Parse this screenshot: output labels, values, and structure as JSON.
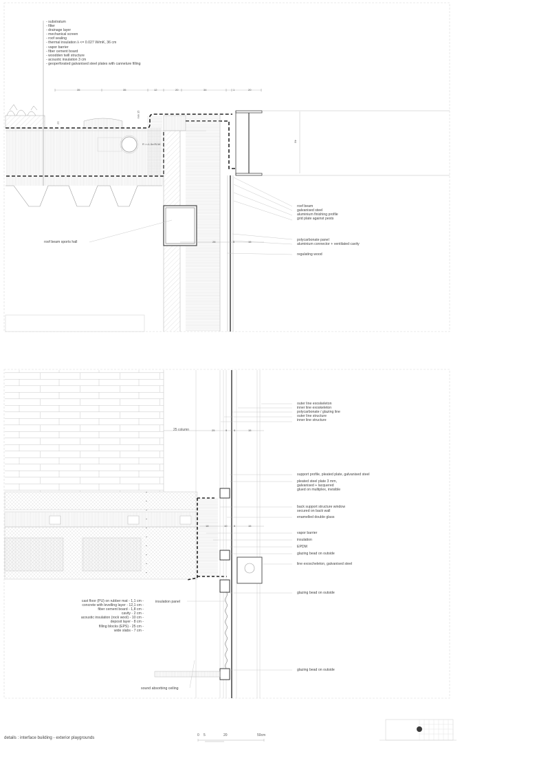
{
  "top_detail": {
    "layer_list": [
      "- substratum",
      "- filter",
      "- drainage layer",
      "- mechanical screen",
      "- roof sealing",
      "- thermal insulation λ <= 0.027 W/mK, 36 cm",
      "- vapor barrier",
      "- fiber cement board",
      "- woodden twill structure",
      "- acoustic insulation 3 cm",
      "- geoperforated galvanised steel plates with cannelure filling"
    ],
    "top_dimensions": [
      "35",
      "35",
      "12",
      "20",
      "34",
      "1",
      "20"
    ],
    "small_dims": {
      "parapet": "12",
      "min": "min 15",
      "beam_height": "48",
      "beam_base": "4"
    },
    "pipe_label": "R >=1.5m²K/W",
    "right_labels_group1": [
      "roof beam",
      "galvanised steel",
      "aluminium finishing profile",
      "grid plate against pests"
    ],
    "right_labels_group2": [
      "polycarbonate panel",
      "aluminium connector + ventilated cavity"
    ],
    "right_label_single": "regulating wood",
    "left_label": "roof beam sports hall",
    "lower_dims": [
      "28",
      "5",
      "15"
    ]
  },
  "bottom_detail": {
    "exo_labels": [
      "outer line exoskeleton",
      "inner line exoskeleton",
      "polycarbonate / glazing line",
      "outer line structure",
      "inner line structure"
    ],
    "column_dims": [
      "25 column",
      "25",
      "9",
      "5",
      "15"
    ],
    "floor_dims": [
      "18",
      "10",
      "5",
      "15"
    ],
    "support_label": "support profile, pleated plate, galvanised steel",
    "pleated_label": [
      "pleated steel plate 3 mm,",
      "galvanised + lacquered",
      "glued on multiplex, invisible"
    ],
    "back_support_label": [
      "back support structure window",
      "secured on back wall"
    ],
    "glass_label": "enamelled double glass",
    "vapor_label": "vapor barrier",
    "insulation_label": "insulation",
    "epdm_label": "EPDM",
    "bead_label_1": "glazing bead on outside",
    "exo_steel_label": "line exoscheleton, galvanised steel",
    "bead_label_2": "glazing bead on outside",
    "bead_label_3": "glazing bead on outside",
    "floor_layers": [
      "cast floor (PU) on rubber mat - 1,1 cm -",
      "concrete with levelling layer - 12,1 cm -",
      "fiber cement board - 1,8 cm -",
      "cavity - 2 cm -",
      "acoustic insulation (rock wool) - 10 cm -",
      "deposit layer - 8 cm -",
      "filling blocks (EPS) - 25 cm -",
      "wide slabs - 7 cm -"
    ],
    "insulation_panel_label": "insulation panel",
    "ceiling_label": "sound absorbing ceiling"
  },
  "footer": {
    "caption": "details : interface building - exterior playgrounds",
    "scale": {
      "ticks": [
        "0",
        "5",
        "20",
        "50cm"
      ]
    },
    "key_plan": {
      "marker_color": "#3a3a3a"
    }
  },
  "colors": {
    "line": "#999999",
    "dark": "#222222",
    "hatch": "#bbbbbb",
    "frame": "#cfcfcf"
  }
}
